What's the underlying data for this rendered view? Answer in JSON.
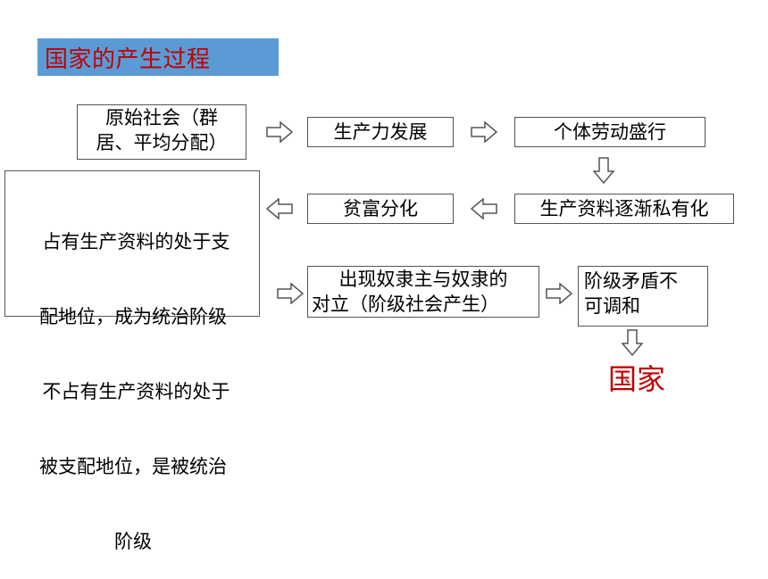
{
  "title": "国家的产生过程",
  "nodes": {
    "primitive": {
      "lines": [
        "原始社会（群",
        "居、平均分配）"
      ]
    },
    "productivity": {
      "text": "生产力发展"
    },
    "individual": {
      "text": "个体劳动盛行"
    },
    "private": {
      "text": "生产资料逐渐私有化"
    },
    "wealth_gap": {
      "text": "贫富分化"
    },
    "classes": {
      "lines": [
        " 占有生产资料的处于支",
        "配地位，成为统治阶级",
        " 不占有生产资料的处于",
        "被支配地位，是被统治",
        "阶级"
      ]
    },
    "slavery": {
      "lines": [
        "出现奴隶主与奴隶的",
        "对立（阶级社会产生）"
      ]
    },
    "contradiction": {
      "lines": [
        "阶级矛盾不",
        "可调和"
      ]
    }
  },
  "result": "国家",
  "colors": {
    "title_bg": "#5b9bd5",
    "title_text": "#c00000",
    "result_text": "#c00000"
  },
  "icons": {
    "arrow": "hollow-arrow-icon"
  }
}
